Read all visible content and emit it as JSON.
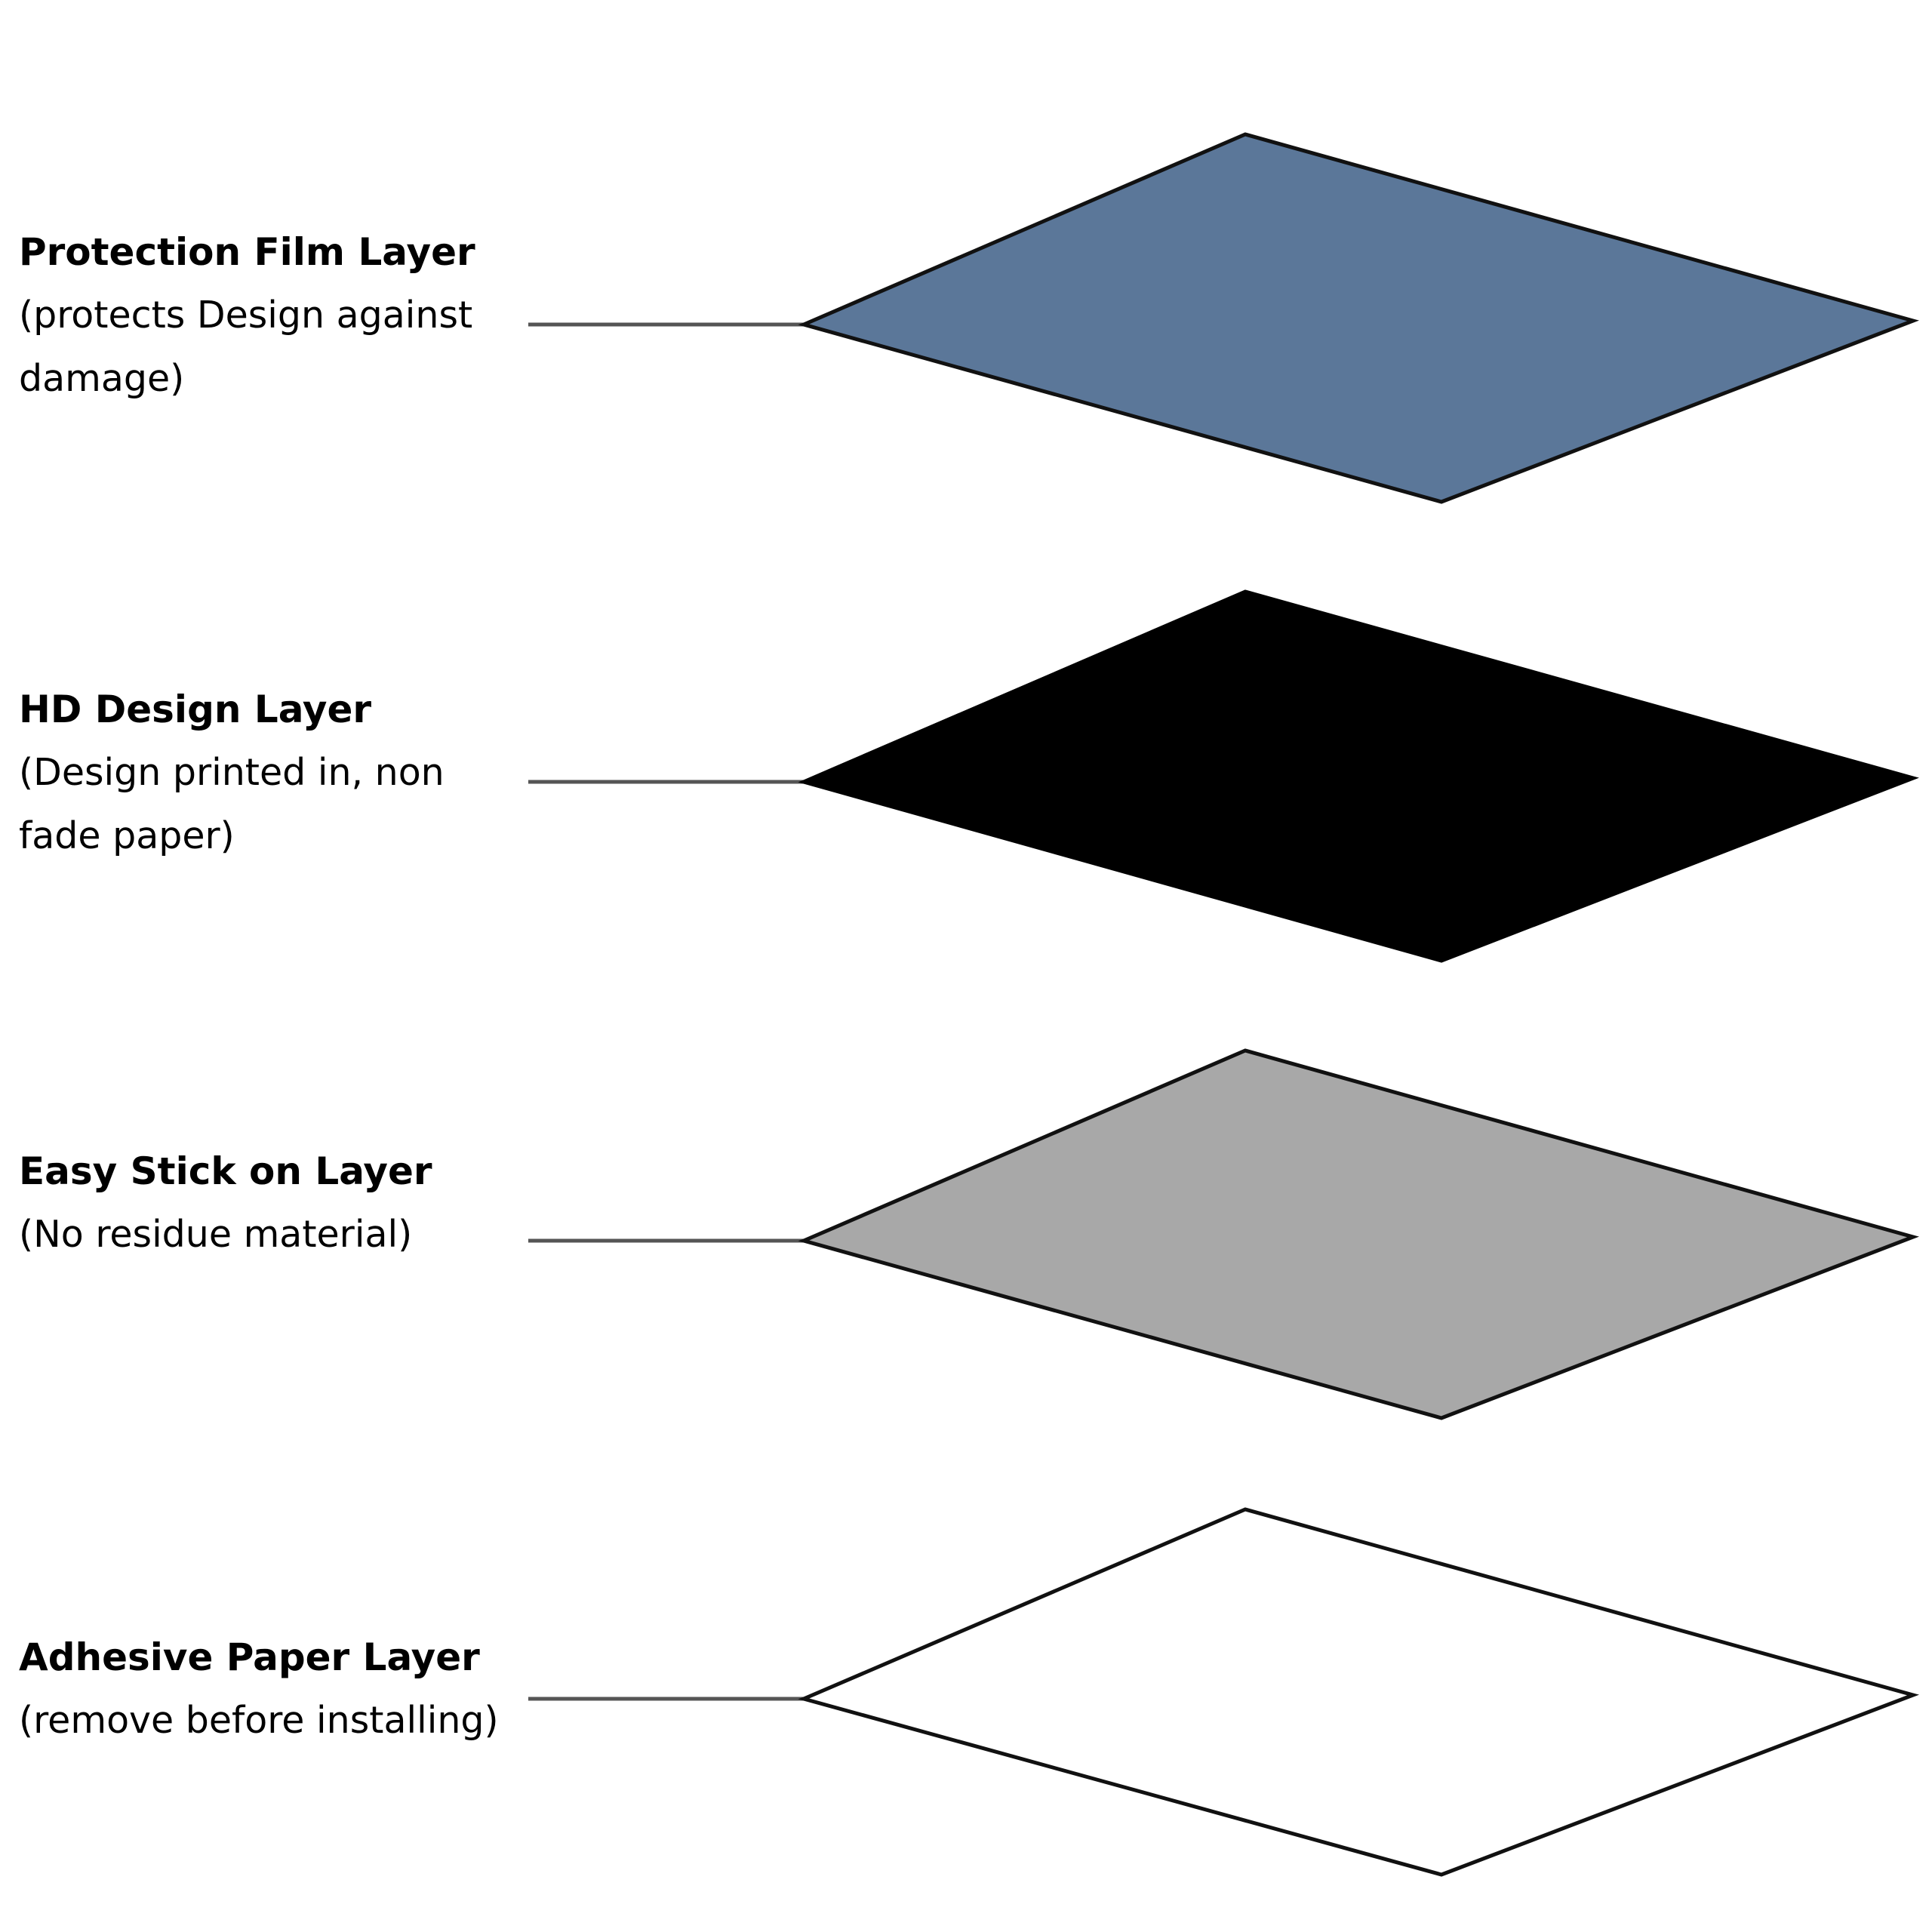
{
  "layers": [
    {
      "title": "Protection Film Layer",
      "description": "(protects Design against\ndamage)",
      "fill": "#5b7799",
      "outline": "#111111"
    },
    {
      "title": "HD Design Layer",
      "description": "(Design printed in, non\nfade paper)",
      "fill": "#000000",
      "outline": "#000000"
    },
    {
      "title": "Easy Stick on Layer",
      "description": "(No residue material)",
      "fill": "#a8a8a8",
      "outline": "#111111"
    },
    {
      "title": "Adhesive Paper Layer",
      "description": "(remove before installing)",
      "fill": "#ffffff",
      "outline": "#111111"
    }
  ],
  "connector_color": "#555555"
}
